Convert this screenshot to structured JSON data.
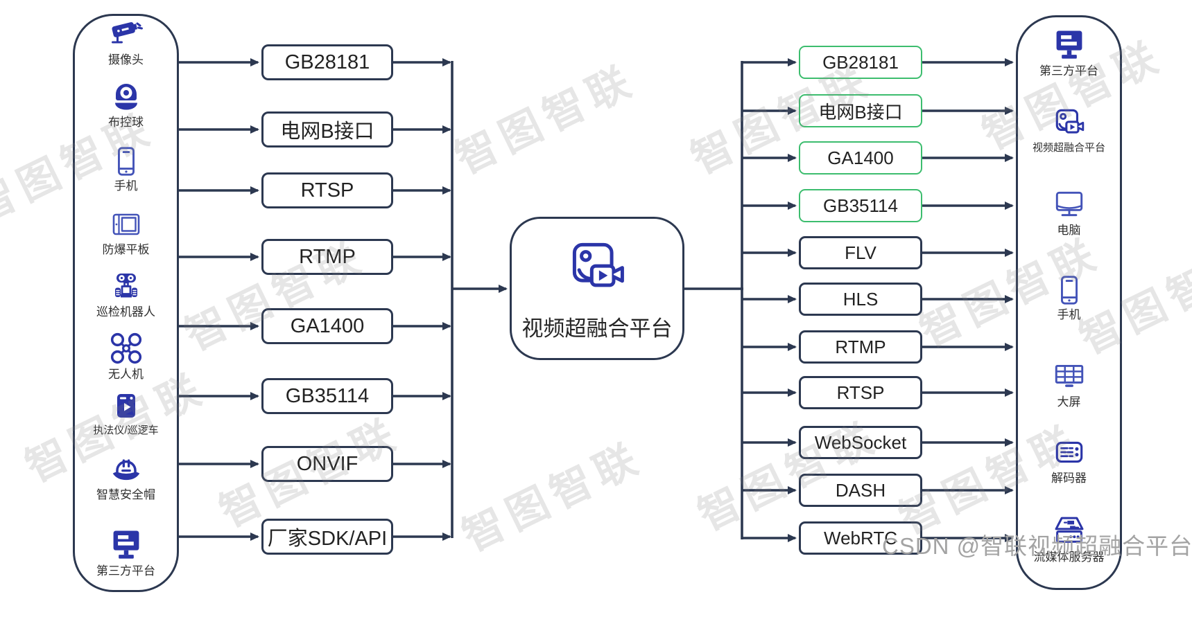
{
  "colors": {
    "line_navy": "#2c3850",
    "icon_blue": "#2b35a8",
    "icon_blue_light": "#4353b8",
    "green_accent": "#3cbd6e",
    "watermark_gray": "#bfbfbf",
    "credit_gray": "#a3a3a3"
  },
  "watermark": {
    "tile_text": "智图智联",
    "credit_text": "CSDN @智联视频超融合平台"
  },
  "left_panel": {
    "devices": [
      {
        "label": "摄像头",
        "icon": "cctv-camera-icon"
      },
      {
        "label": "布控球",
        "icon": "ptz-ball-camera-icon"
      },
      {
        "label": "手机",
        "icon": "phone-icon"
      },
      {
        "label": "防爆平板",
        "icon": "tablet-icon"
      },
      {
        "label": "巡检机器人",
        "icon": "inspection-robot-icon"
      },
      {
        "label": "无人机",
        "icon": "drone-icon"
      },
      {
        "label": "执法仪/巡逻车",
        "icon": "bodycam-icon"
      },
      {
        "label": "智慧安全帽",
        "icon": "safety-helmet-icon"
      },
      {
        "label": "第三方平台",
        "icon": "monitor-filled-icon"
      }
    ]
  },
  "ingest_protocols": [
    "GB28181",
    "电网B接口",
    "RTSP",
    "RTMP",
    "GA1400",
    "GB35114",
    "ONVIF",
    "厂家SDK/API"
  ],
  "platform": {
    "label": "视频超融合平台",
    "icon": "video-platform-icon"
  },
  "output_protocols": [
    {
      "label": "GB28181",
      "style": "green"
    },
    {
      "label": "电网B接口",
      "style": "green"
    },
    {
      "label": "GA1400",
      "style": "green"
    },
    {
      "label": "GB35114",
      "style": "green"
    },
    {
      "label": "FLV",
      "style": "navy"
    },
    {
      "label": "HLS",
      "style": "navy"
    },
    {
      "label": "RTMP",
      "style": "navy"
    },
    {
      "label": "RTSP",
      "style": "navy"
    },
    {
      "label": "WebSocket",
      "style": "navy"
    },
    {
      "label": "DASH",
      "style": "navy"
    },
    {
      "label": "WebRTC",
      "style": "navy"
    }
  ],
  "right_panel": {
    "devices": [
      {
        "label": "第三方平台",
        "icon": "monitor-filled-icon"
      },
      {
        "label": "视频超融合平台",
        "icon": "video-platform-icon"
      },
      {
        "label": "电脑",
        "icon": "desktop-icon"
      },
      {
        "label": "手机",
        "icon": "phone-icon"
      },
      {
        "label": "大屏",
        "icon": "video-wall-icon"
      },
      {
        "label": "解码器",
        "icon": "decoder-icon"
      },
      {
        "label": "流媒体服务器",
        "icon": "media-server-icon"
      }
    ]
  }
}
